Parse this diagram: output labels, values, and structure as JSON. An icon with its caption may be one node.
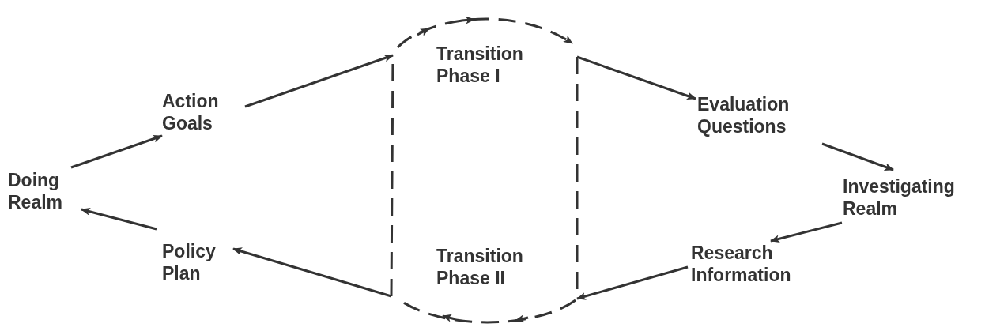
{
  "diagram": {
    "nodes": [
      {
        "text": [
          "Doing Realm"
        ]
      },
      {
        "text": [
          "Action Goals"
        ]
      },
      {
        "text": [
          "Transition Phase I"
        ]
      },
      {
        "text": [
          "Evaluation Questions"
        ]
      },
      {
        "text": [
          "Investigating Realm"
        ]
      },
      {
        "text": [
          "Research Information"
        ]
      },
      {
        "text": [
          "Transition Phase II"
        ]
      },
      {
        "text": [
          "Policy Plan"
        ]
      }
    ],
    "edges": [
      {
        "from": 0,
        "to": 1,
        "arrow": "to"
      },
      {
        "from": 1,
        "to": 2,
        "arrow": "to"
      },
      {
        "from": 2,
        "to": 3,
        "arrow": "to"
      },
      {
        "from": 3,
        "to": 4,
        "arrow": "to"
      },
      {
        "from": 4,
        "to": 5,
        "arrow": "to"
      },
      {
        "from": 5,
        "to": 6,
        "arrow": "to"
      },
      {
        "from": 6,
        "to": 7,
        "arrow": "to"
      },
      {
        "from": 7,
        "to": 0,
        "arrow": "to"
      },
      {
        "from": 2,
        "to": 6,
        "arrow": "none",
        "style": "dashed"
      },
      {
        "from": 6,
        "to": 2,
        "arrow": "none",
        "style": "dashed"
      }
    ]
  }
}
